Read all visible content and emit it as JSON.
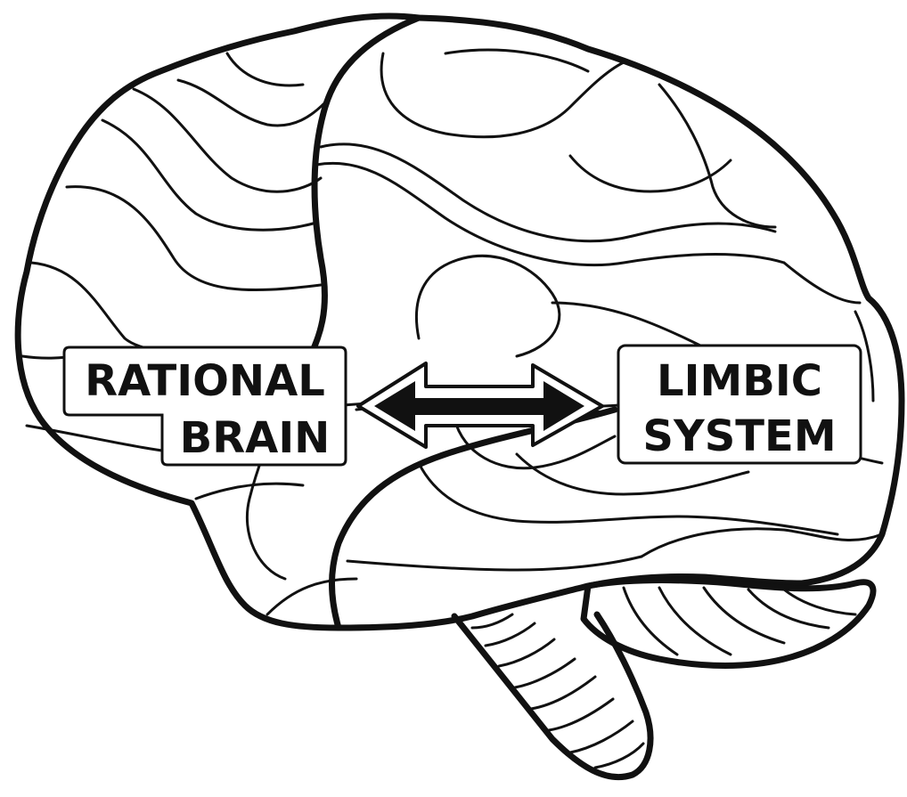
{
  "labels": {
    "left_line1": "RATIONAL",
    "left_line2": "BRAIN",
    "right_line1": "LIMBIC",
    "right_line2": "SYSTEM"
  },
  "connector": "bidirectional-arrow",
  "colors": {
    "ink": "#111111",
    "background": "#ffffff"
  }
}
